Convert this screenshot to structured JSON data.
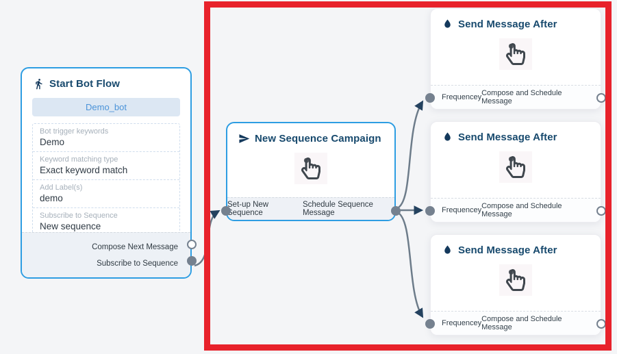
{
  "colors": {
    "accent_blue": "#2d9de2",
    "annotation_red": "#e8222b",
    "wire_gray": "#6d7c8a",
    "title_navy": "#17496d",
    "canvas_bg": "#f4f5f7"
  },
  "start_node": {
    "icon": "walking-person",
    "title": "Start Bot Flow",
    "bot_button": "Demo_bot",
    "fields": [
      {
        "label": "Bot trigger keywords",
        "value": "Demo"
      },
      {
        "label": "Keyword matching type",
        "value": "Exact keyword match"
      },
      {
        "label": "Add Label(s)",
        "value": "demo"
      },
      {
        "label": "Subscribe to Sequence",
        "value": "New sequence"
      }
    ],
    "output_ports": [
      {
        "label": "Compose Next Message",
        "connected": false
      },
      {
        "label": "Subscribe to Sequence",
        "connected": true
      }
    ]
  },
  "campaign_node": {
    "icon": "send-paper-plane",
    "title": "New Sequence Campaign",
    "center_icon": "hand-pointer",
    "input_port_label": "Set-up New Sequence",
    "output_port_label": "Schedule Sequence Message"
  },
  "send_nodes": [
    {
      "icon": "water-drop",
      "title": "Send Message After",
      "center_icon": "hand-pointer",
      "input_port_label": "Frequencey",
      "output_port_label": "Compose and Schedule Message"
    },
    {
      "icon": "water-drop",
      "title": "Send Message After",
      "center_icon": "hand-pointer",
      "input_port_label": "Frequencey",
      "output_port_label": "Compose and Schedule Message"
    },
    {
      "icon": "water-drop",
      "title": "Send Message After",
      "center_icon": "hand-pointer",
      "input_port_label": "Frequencey",
      "output_port_label": "Compose and Schedule Message"
    }
  ]
}
